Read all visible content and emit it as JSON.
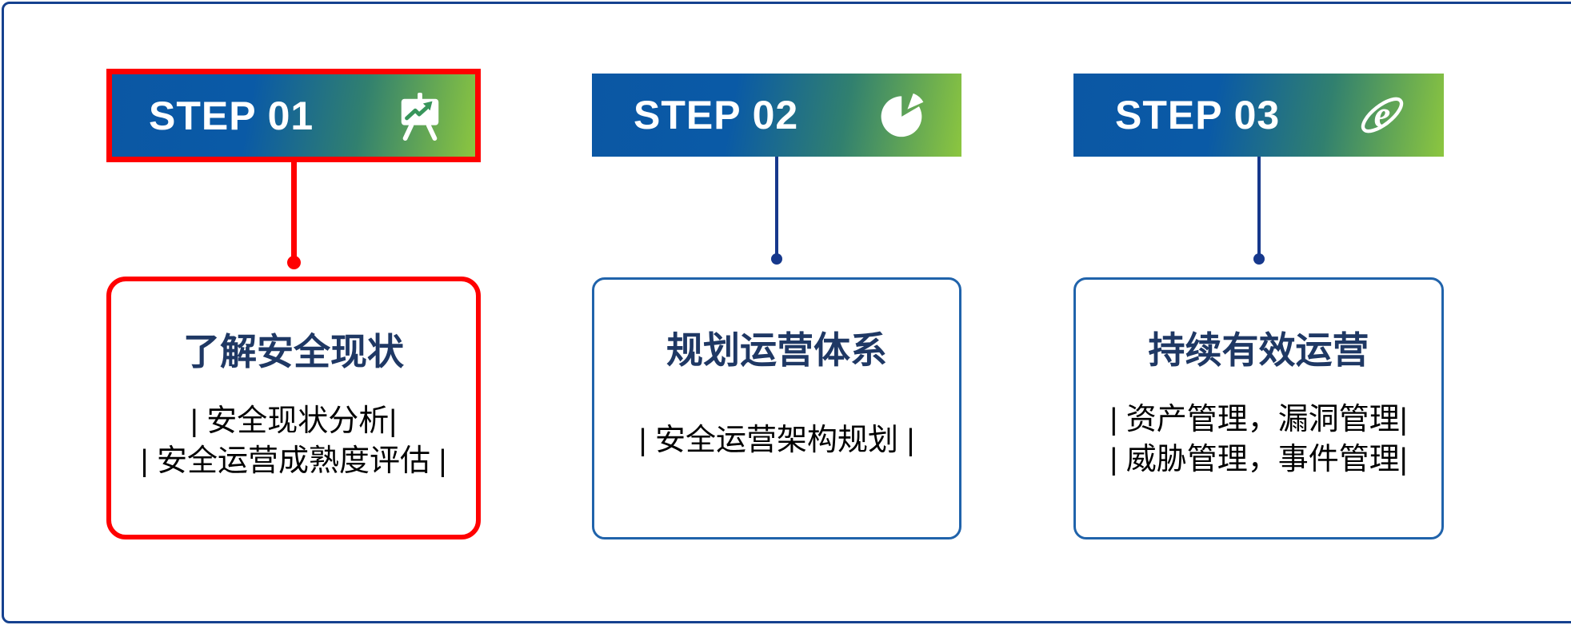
{
  "slide": {
    "type": "three-step-process-diagram",
    "background": "#FFFFFF"
  },
  "colors": {
    "frame_border": "#15418F",
    "header_gradient_start": "#0B57A4",
    "header_gradient_end": "#8CC63F",
    "highlight_red": "#FF0000",
    "connector_navy": "#16388C",
    "card_border_blue": "#2063AB",
    "title_navy": "#1F3864",
    "body_text": "#000000",
    "step_label_text": "#FFFFFF",
    "easel_arrow_green": "#38955B"
  },
  "steps": [
    {
      "label": "STEP 01",
      "icon": "presentation-chart-icon",
      "highlighted": true,
      "title": "了解安全现状",
      "lines": [
        "| 安全现状分析|",
        "| 安全运营成熟度评估 |"
      ]
    },
    {
      "label": "STEP 02",
      "icon": "pie-chart-icon",
      "highlighted": false,
      "title": "规划运营体系",
      "lines": [
        "| 安全运营架构规划 |"
      ]
    },
    {
      "label": "STEP 03",
      "icon": "internet-explorer-icon",
      "highlighted": false,
      "title": "持续有效运营",
      "lines": [
        "| 资产管理，漏洞管理|",
        "| 威胁管理，事件管理|"
      ]
    }
  ]
}
